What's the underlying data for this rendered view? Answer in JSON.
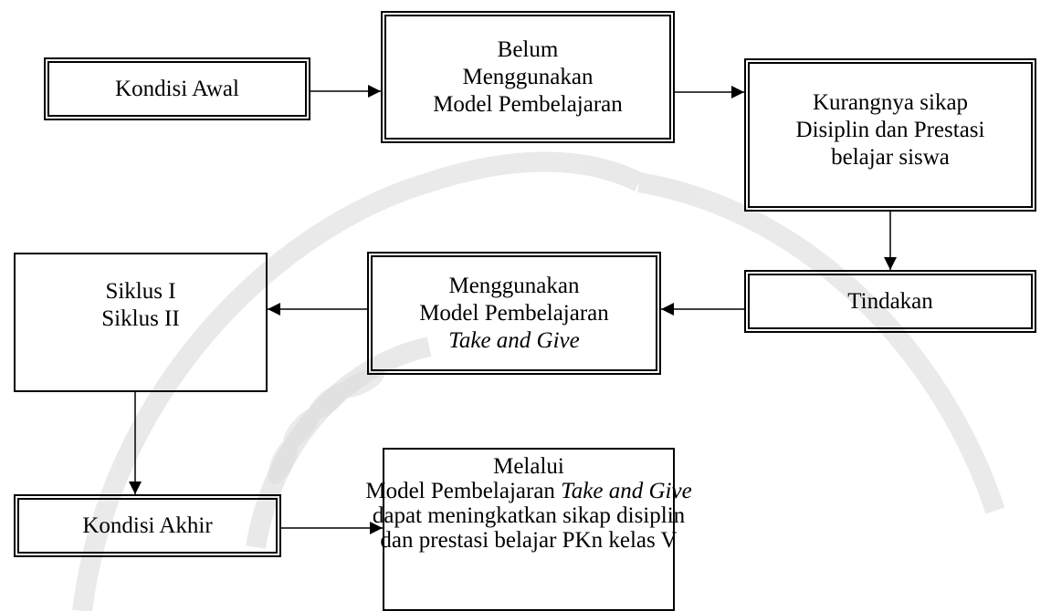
{
  "boxes": {
    "kondisi_awal": {
      "lines": [
        "Kondisi Awal"
      ]
    },
    "belum": {
      "lines": [
        "Belum",
        "Menggunakan",
        "Model Pembelajaran"
      ]
    },
    "kurangnya": {
      "lines": [
        "Kurangnya sikap",
        "Disiplin dan Prestasi",
        "belajar siswa"
      ]
    },
    "tindakan": {
      "lines": [
        "Tindakan"
      ]
    },
    "menggunakan": {
      "line1": "Menggunakan",
      "line2": "Model Pembelajaran",
      "line3_italic": "Take and Give"
    },
    "siklus": {
      "lines": [
        "Siklus I",
        "Siklus II"
      ]
    },
    "kondisi_akhir": {
      "lines": [
        "Kondisi Akhir"
      ]
    },
    "melalui": {
      "line1": "Melalui",
      "line2_plain": "Model Pembelajaran ",
      "line2_italic": "Take and Give",
      "line3": "dapat meningkatkan sikap disiplin",
      "line4": "dan prestasi  belajar PKn kelas V"
    }
  },
  "colors": {
    "line": "#000000",
    "watermark": "#dcdcdc"
  }
}
